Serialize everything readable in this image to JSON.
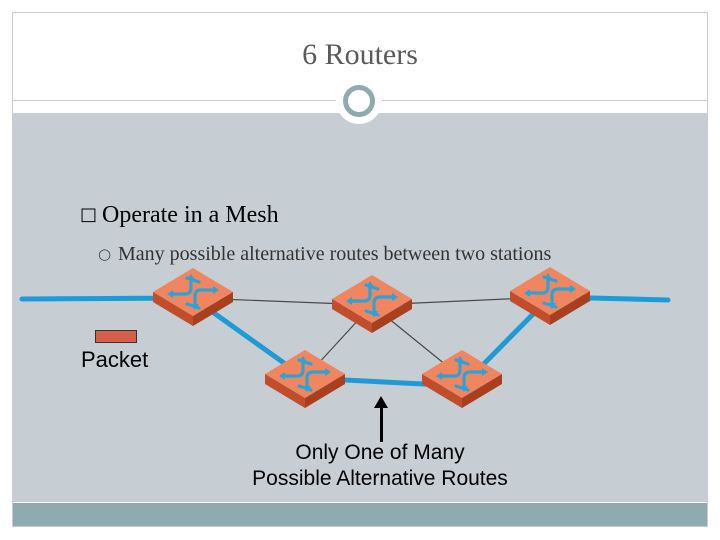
{
  "slide": {
    "title": "6 Routers",
    "bullet_level1": "Operate in a Mesh",
    "bullet_level1_glyph": "□",
    "bullet_level2": "Many possible alternative routes between two stations",
    "bullet_level2_glyph": "○"
  },
  "diagram": {
    "packet_label": "Packet",
    "caption_line1": "Only One of Many",
    "caption_line2": "Possible Alternative Routes",
    "router_icon": "router-icon",
    "colors": {
      "highlight_route": "#1e9ad6",
      "router_body": "#e8704a",
      "router_symbol": "#2ba3d8",
      "packet": "#d45f4a",
      "content_bg": "#c6cdd3",
      "footer_bar": "#8fabb0"
    }
  }
}
